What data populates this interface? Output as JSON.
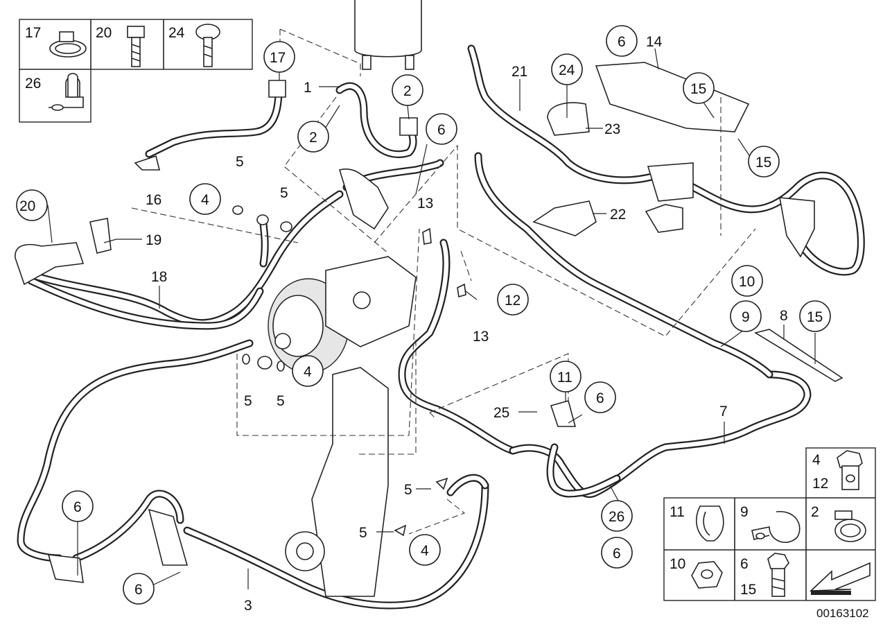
{
  "drawing_number": "00163102",
  "callouts": {
    "c_17": "17",
    "c_1": "1",
    "c_2a": "2",
    "c_2b": "2",
    "c_6a": "6",
    "c_16": "16",
    "c_20": "20",
    "c_19": "19",
    "c_18": "18",
    "c_4a": "4",
    "c_5a": "5",
    "c_5b": "5",
    "c_13a": "13",
    "c_12": "12",
    "c_13b": "13",
    "c_4b": "4",
    "c_5c": "5",
    "c_5d": "5",
    "c_21": "21",
    "c_24": "24",
    "c_23": "23",
    "c_6b": "6",
    "c_14": "14",
    "c_15a": "15",
    "c_15b": "15",
    "c_22": "22",
    "c_10": "10",
    "c_9": "9",
    "c_8": "8",
    "c_15c": "15",
    "c_11": "11",
    "c_6c": "6",
    "c_25": "25",
    "c_7": "7",
    "c_26": "26",
    "c_6d": "6",
    "c_6e": "6",
    "c_6f": "6",
    "c_3": "3",
    "c_5e": "5",
    "c_5f": "5",
    "c_4c": "4"
  },
  "legend_top_left": [
    "17",
    "20",
    "24",
    "26"
  ],
  "legend_right_top": [
    "4",
    "12"
  ],
  "legend_right_grid": [
    "11",
    "9",
    "2",
    "10",
    "6",
    "15"
  ]
}
